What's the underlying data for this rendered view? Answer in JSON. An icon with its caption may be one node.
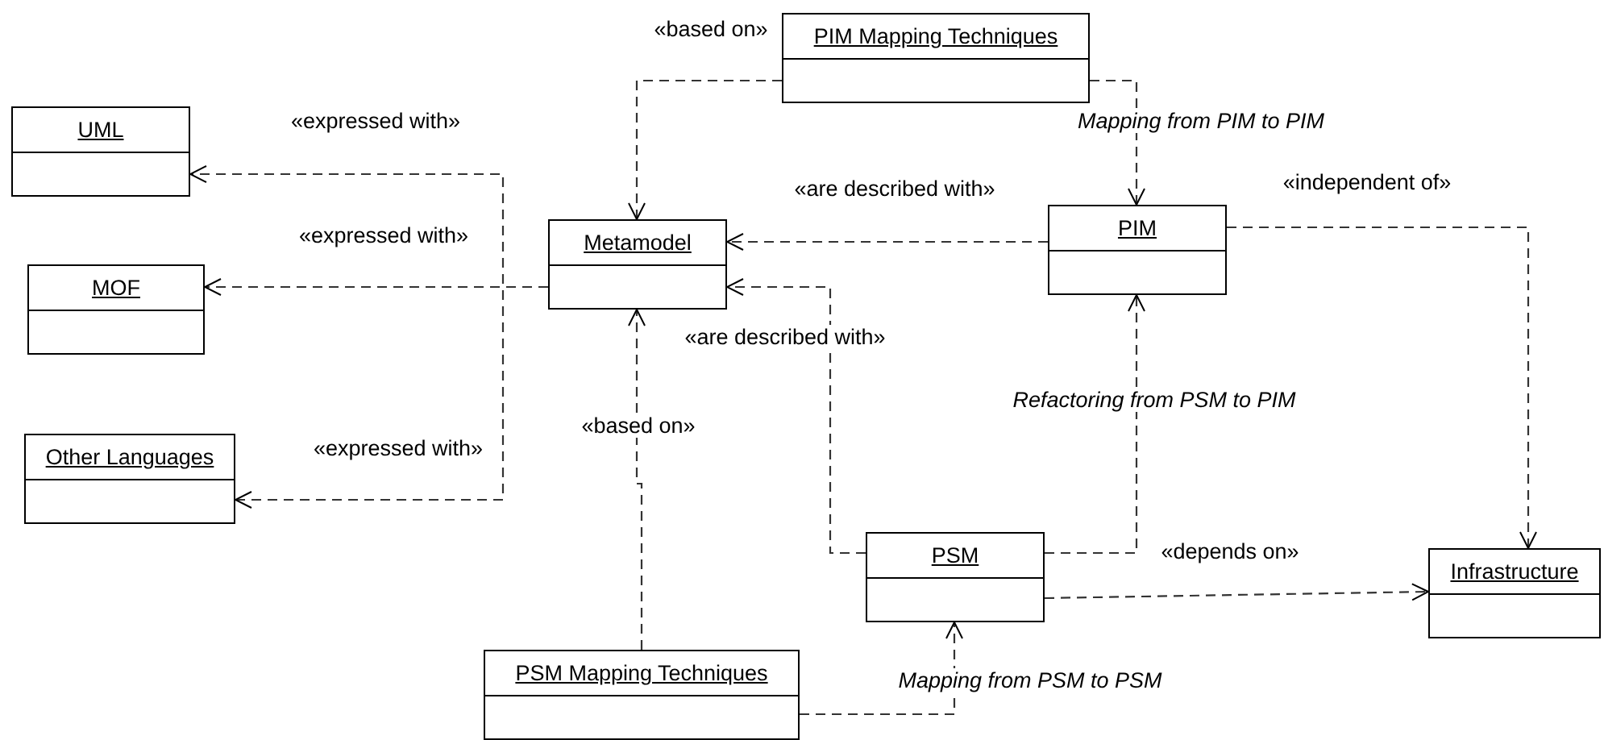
{
  "diagram": {
    "nodes": [
      {
        "text": [
          "PIM Mapping Techniques"
        ]
      },
      {
        "text": [
          "UML"
        ]
      },
      {
        "text": [
          "Metamodel"
        ]
      },
      {
        "text": [
          "PIM"
        ]
      },
      {
        "text": [
          "MOF"
        ]
      },
      {
        "text": [
          "Other Languages"
        ]
      },
      {
        "text": [
          "PSM"
        ]
      },
      {
        "text": [
          "Infrastructure"
        ]
      },
      {
        "text": [
          "PSM Mapping Techniques"
        ]
      }
    ],
    "edges": [
      {
        "from": 2,
        "to": 1,
        "arrow": "to",
        "label": "«expressed with»",
        "style": "dashed"
      },
      {
        "from": 2,
        "to": 4,
        "arrow": "to",
        "label": "«expressed with»",
        "style": "dashed"
      },
      {
        "from": 2,
        "to": 5,
        "arrow": "to",
        "label": "«expressed with»",
        "style": "dashed"
      },
      {
        "from": 0,
        "to": 2,
        "arrow": "to",
        "label": "«based on»",
        "style": "dashed"
      },
      {
        "from": 0,
        "to": 3,
        "arrow": "to",
        "label": "Mapping from PIM to PIM",
        "style": "dashed"
      },
      {
        "from": 3,
        "to": 2,
        "arrow": "to",
        "label": "«are described with»",
        "style": "dashed"
      },
      {
        "from": 3,
        "to": 7,
        "arrow": "to",
        "label": "«independent of»",
        "style": "dashed"
      },
      {
        "from": 6,
        "to": 2,
        "arrow": "to",
        "label": "«are described with»",
        "style": "dashed"
      },
      {
        "from": 6,
        "to": 3,
        "arrow": "to",
        "label": "Refactoring from PSM to PIM",
        "style": "dashed"
      },
      {
        "from": 6,
        "to": 7,
        "arrow": "to",
        "label": "«depends on»",
        "style": "dashed"
      },
      {
        "from": 8,
        "to": 2,
        "arrow": "to",
        "label": "«based on»",
        "style": "dashed"
      },
      {
        "from": 8,
        "to": 6,
        "arrow": "to",
        "label": "Mapping from PSM to PSM",
        "style": "dashed"
      }
    ]
  }
}
